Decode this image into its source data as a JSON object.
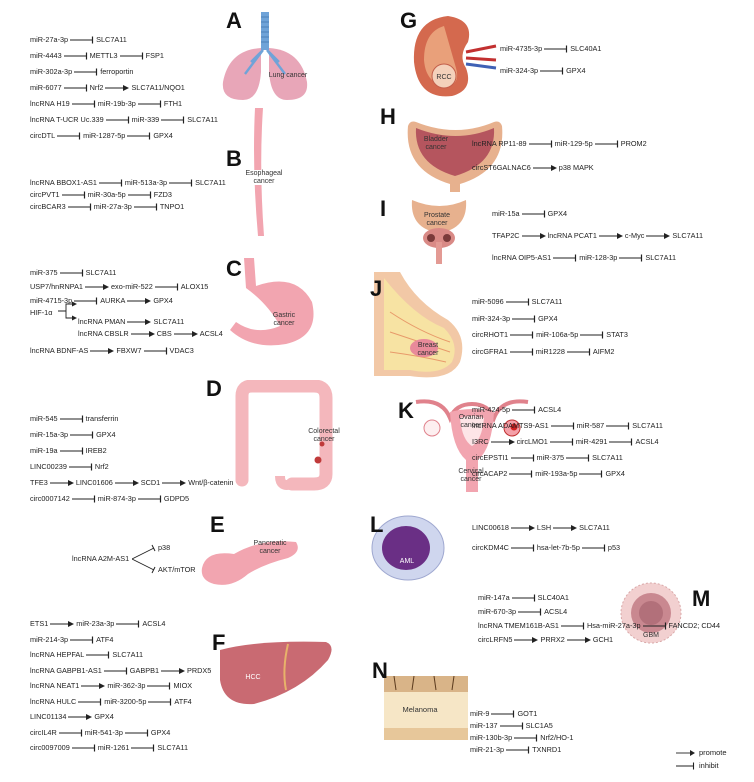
{
  "legend": {
    "promote": "promote",
    "inhibit": "inhibit"
  },
  "panels": {
    "A": {
      "letter": "A",
      "organ": "Lung cancer",
      "rows": [
        [
          "miR-27a-3p",
          "I",
          "SLC7A11"
        ],
        [
          "miR-4443",
          "I",
          "METTL3",
          "I",
          "FSP1"
        ],
        [
          "miR-302a-3p",
          "I",
          "ferroportin"
        ],
        [
          "miR-6077",
          "I",
          "Nrf2",
          "A",
          "SLC7A11/NQO1"
        ],
        [
          "lncRNA H19",
          "I",
          "miR-19b-3p",
          "I",
          "FTH1"
        ],
        [
          "lncRNA T-UCR Uc.339",
          "I",
          "miR-339",
          "I",
          "SLC7A11"
        ],
        [
          "circDTL",
          "I",
          "miR-1287-5p",
          "I",
          "GPX4"
        ]
      ]
    },
    "B": {
      "letter": "B",
      "organ": "Esophageal cancer",
      "rows": [
        [
          "lncRNA BBOX1-AS1",
          "I",
          "miR-513a-3p",
          "I",
          "SLC7A11"
        ],
        [
          "circPVT1",
          "I",
          "miR-30a-5p",
          "I",
          "FZD3"
        ],
        [
          "circBCAR3",
          "I",
          "miR-27a-3p",
          "I",
          "TNPO1"
        ]
      ]
    },
    "C": {
      "letter": "C",
      "organ": "Gastric cancer",
      "rows": [
        [
          "miR-375",
          "I",
          "SLC7A11"
        ],
        [
          "USP7/hnRNPA1",
          "A",
          "exo-miR-522",
          "I",
          "ALOX15"
        ],
        [
          "miR-4715-3p",
          "I",
          "AURKA",
          "A",
          "GPX4"
        ]
      ],
      "hif": "HIF-1α",
      "hif_rows": [
        [
          "lncRNA PMAN",
          "A",
          "SLC7A11"
        ],
        [
          "lncRNA CBSLR",
          "A",
          "CBS",
          "A",
          "ACSL4"
        ]
      ],
      "last": [
        "lncRNA BDNF-AS",
        "A",
        "FBXW7",
        "I",
        "VDAC3"
      ]
    },
    "D": {
      "letter": "D",
      "organ": "Colorectal cancer",
      "rows": [
        [
          "miR-545",
          "I",
          "transferrin"
        ],
        [
          "miR-15a-3p",
          "I",
          "GPX4"
        ],
        [
          "miR-19a",
          "I",
          "IREB2"
        ],
        [
          "LINC00239",
          "I",
          "Nrf2"
        ],
        [
          "TFE3",
          "A",
          "LINC01606",
          "A",
          "SCD1",
          "A",
          "Wnt/β-catenin"
        ],
        [
          "circ0007142",
          "I",
          "miR-874-3p",
          "I",
          "GDPD5"
        ]
      ]
    },
    "E": {
      "letter": "E",
      "organ": "Pancreatic cancer",
      "src": "lncRNA A2M-AS1",
      "t1": "p38",
      "t2": "AKT/mTOR"
    },
    "F": {
      "letter": "F",
      "organ": "HCC",
      "rows": [
        [
          "ETS1",
          "A",
          "miR-23a-3p",
          "I",
          "ACSL4"
        ],
        [
          "miR-214-3p",
          "I",
          "ATF4"
        ],
        [
          "lncRNA HEPFAL",
          "I",
          "SLC7A11"
        ],
        [
          "lncRNA GABPB1-AS1",
          "I",
          "GABPB1",
          "A",
          "PRDX5"
        ],
        [
          "lncRNA NEAT1",
          "A",
          "miR-362-3p",
          "I",
          "MIOX"
        ],
        [
          "lncRNA HULC",
          "I",
          "miR-3200-5p",
          "I",
          "ATF4"
        ],
        [
          "LINC01134",
          "A",
          "GPX4"
        ],
        [
          "circIL4R",
          "I",
          "miR-541-3p",
          "I",
          "GPX4"
        ],
        [
          "circ0097009",
          "I",
          "miR-1261",
          "I",
          "SLC7A11"
        ]
      ]
    },
    "G": {
      "letter": "G",
      "organ": "RCC",
      "rows": [
        [
          "miR-4735-3p",
          "I",
          "SLC40A1"
        ],
        [
          "miR-324-3p",
          "I",
          "GPX4"
        ]
      ]
    },
    "H": {
      "letter": "H",
      "organ": "Bladder cancer",
      "rows": [
        [
          "lncRNA RP11-89",
          "I",
          "miR-129-5p",
          "I",
          "PROM2"
        ],
        [
          "circST6GALNAC6",
          "A",
          "p38 MAPK"
        ]
      ]
    },
    "I": {
      "letter": "I",
      "organ": "Prostate cancer",
      "rows": [
        [
          "miR-15a",
          "I",
          "GPX4"
        ],
        [
          "TFAP2C",
          "A",
          "lncRNA PCAT1",
          "A",
          "c-Myc",
          "A",
          "SLC7A11"
        ],
        [
          "lncRNA OIP5-AS1",
          "I",
          "miR-128-3p",
          "I",
          "SLC7A11"
        ]
      ]
    },
    "J": {
      "letter": "J",
      "organ": "Breast cancer",
      "rows": [
        [
          "miR-5096",
          "I",
          "SLC7A11"
        ],
        [
          "miR-324-3p",
          "I",
          "GPX4"
        ],
        [
          "circRHOT1",
          "I",
          "miR-106a-5p",
          "I",
          "STAT3"
        ],
        [
          "circGFRA1",
          "I",
          "miR1228",
          "I",
          "AIFM2"
        ]
      ]
    },
    "K": {
      "letter": "K",
      "organ": "Ovarian cancer",
      "organ2": "Cervical cancer",
      "rows": [
        [
          "miR-424-5p",
          "I",
          "ACSL4"
        ],
        [
          "lncRNA ADAMTS9-AS1",
          "I",
          "miR-587",
          "I",
          "SLC7A11"
        ],
        [
          "I3RC",
          "A",
          "circLMO1",
          "I",
          "miR-4291",
          "I",
          "ACSL4"
        ],
        [
          "circEPSTI1",
          "I",
          "miR-375",
          "I",
          "SLC7A11"
        ],
        [
          "circACAP2",
          "I",
          "miR-193a-5p",
          "I",
          "GPX4"
        ]
      ]
    },
    "L": {
      "letter": "L",
      "organ": "AML",
      "rows": [
        [
          "LINC00618",
          "A",
          "LSH",
          "A",
          "SLC7A11"
        ],
        [
          "circKDM4C",
          "I",
          "hsa-let-7b-5p",
          "I",
          "p53"
        ]
      ]
    },
    "M": {
      "letter": "M",
      "organ": "GBM",
      "rows": [
        [
          "miR-147a",
          "I",
          "SLC40A1"
        ],
        [
          "miR-670-3p",
          "I",
          "ACSL4"
        ],
        [
          "lncRNA TMEM161B-AS1",
          "I",
          "Hsa-miR-27a-3p",
          "I",
          "FANCD2; CD44"
        ],
        [
          "circLRFN5",
          "A",
          "PRRX2",
          "A",
          "GCH1"
        ]
      ]
    },
    "N": {
      "letter": "N",
      "organ": "Melanoma",
      "rows": [
        [
          "miR-9",
          "I",
          "GOT1"
        ],
        [
          "miR-137",
          "I",
          "SLC1A5"
        ],
        [
          "miR-130b-3p",
          "I",
          "Nrf2/HO-1"
        ],
        [
          "miR-21-3p",
          "I",
          "TXNRD1"
        ]
      ]
    }
  },
  "colors": {
    "lung": "#e8a6b8",
    "trachea": "#6fa3d8",
    "organ": "#f2a5b0",
    "liver": "#c96a72",
    "kidney": "#d4694e",
    "bladder": "#b5555e",
    "aml": "#6a2f85",
    "gbm": "#c98890",
    "skin": "#e9c79c"
  }
}
